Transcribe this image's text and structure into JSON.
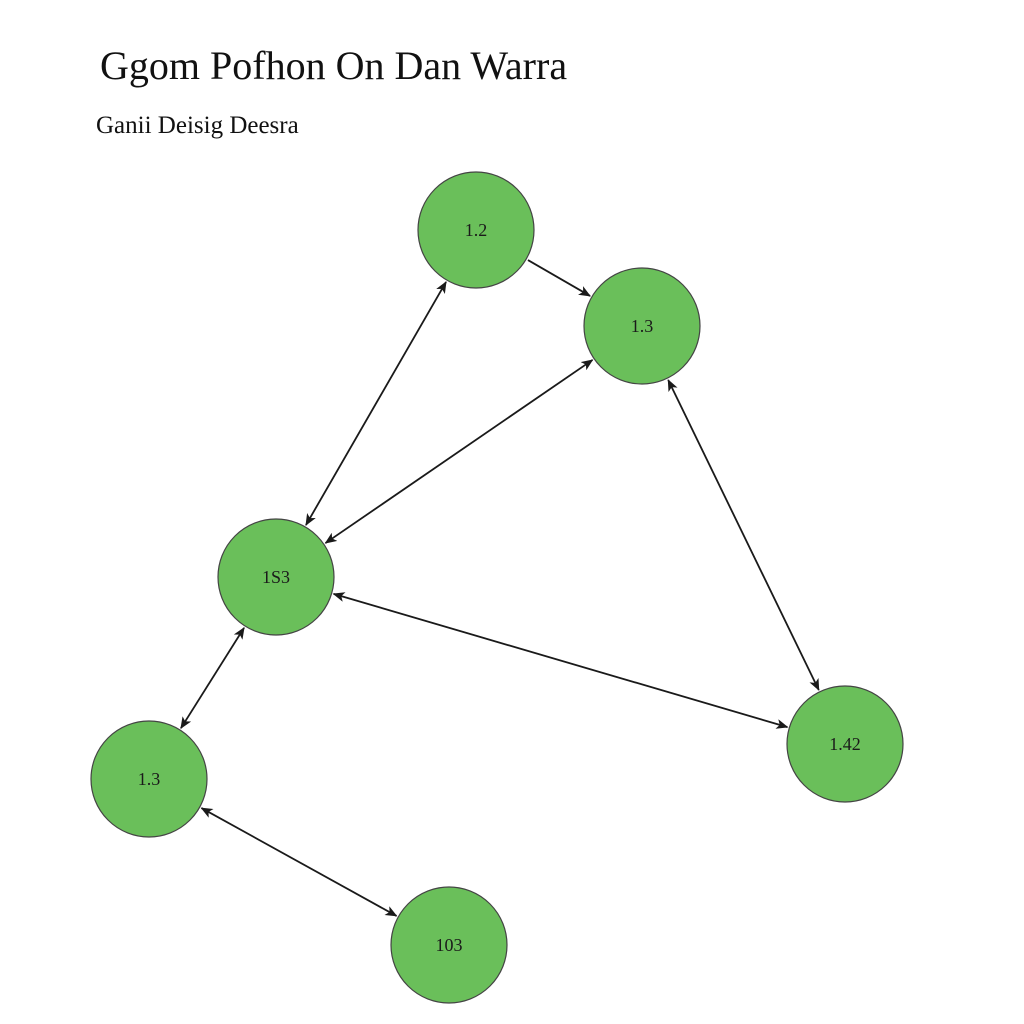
{
  "title": "Ggom Pofhon On Dan Warra",
  "subtitle": "Ganii Deisig Deesra",
  "colors": {
    "node_fill": "#6abf5a",
    "edge": "#1a1a1a"
  },
  "nodes": [
    {
      "id": "a",
      "label": "1.2"
    },
    {
      "id": "b",
      "label": "1.3"
    },
    {
      "id": "c",
      "label": "1S3"
    },
    {
      "id": "d",
      "label": "1.42"
    },
    {
      "id": "e",
      "label": "1.3"
    },
    {
      "id": "f",
      "label": "103"
    }
  ],
  "edges": [
    {
      "from": "a",
      "to": "b",
      "arrows": "end"
    },
    {
      "from": "a",
      "to": "c",
      "arrows": "both"
    },
    {
      "from": "b",
      "to": "c",
      "arrows": "both"
    },
    {
      "from": "b",
      "to": "d",
      "arrows": "both"
    },
    {
      "from": "c",
      "to": "d",
      "arrows": "both"
    },
    {
      "from": "c",
      "to": "e",
      "arrows": "both"
    },
    {
      "from": "e",
      "to": "f",
      "arrows": "both"
    }
  ]
}
